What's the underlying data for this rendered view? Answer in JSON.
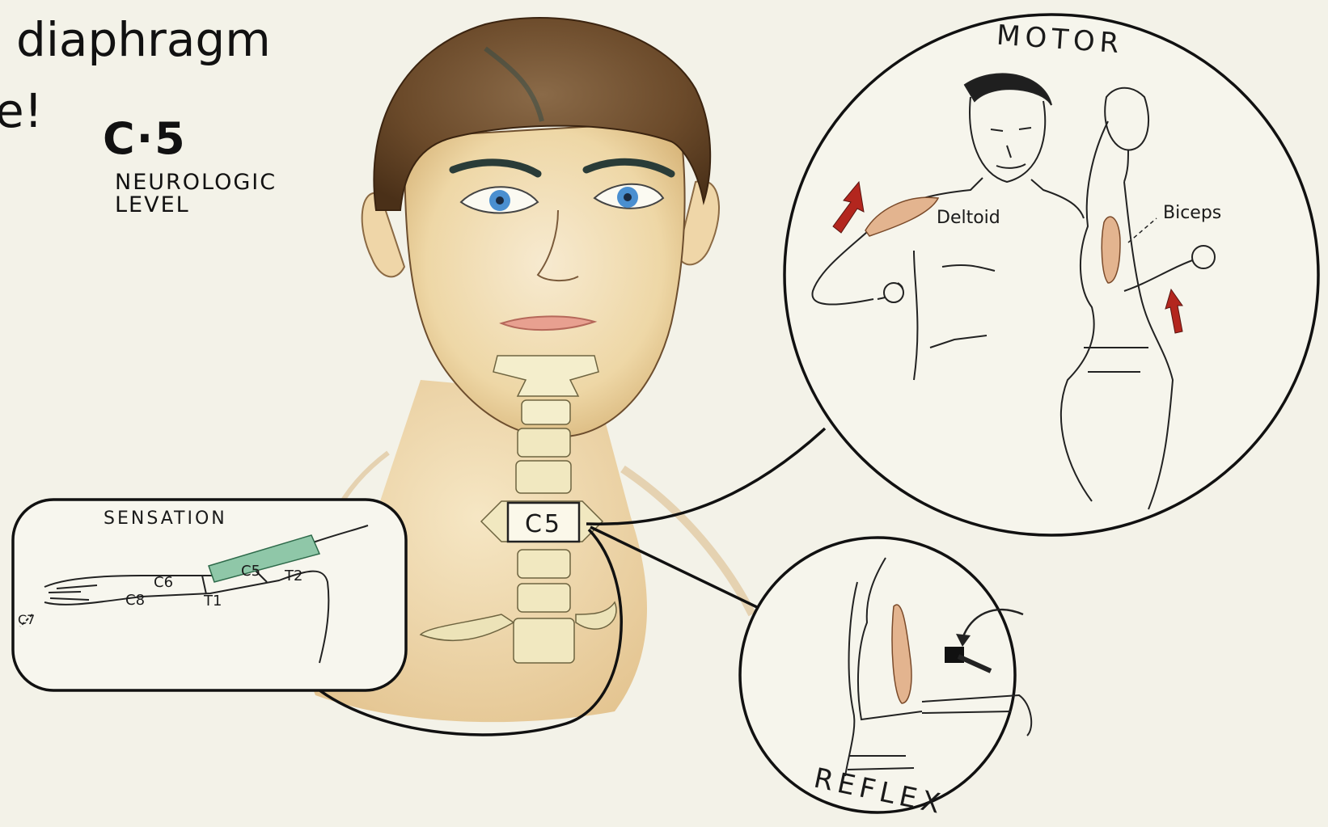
{
  "captions": {
    "top_line": "diaphragm",
    "left_fragment": "e!"
  },
  "neurologic_level": {
    "number": "C·5",
    "label": "NEUROLOGIC LEVEL"
  },
  "spine": {
    "vertebra_label": "C5"
  },
  "motor_panel": {
    "title": "MOTOR",
    "muscle_1": "Deltoid",
    "muscle_2": "Biceps"
  },
  "sensation_panel": {
    "title": "SENSATION",
    "dermatomes": [
      "C5",
      "C6",
      "C8",
      "T1",
      "T2",
      "C7"
    ]
  },
  "reflex_panel": {
    "title": "REFLEX"
  },
  "colors": {
    "background": "#f3f2e8",
    "hair": "#6b4a2a",
    "skin": "#f0dcb0",
    "eyes": "#4a8fd0",
    "arrow": "#b3261e",
    "muscle": "#e3b48f",
    "dermatome_c5": "#8fc7a8",
    "ink": "#1a1a1a"
  }
}
